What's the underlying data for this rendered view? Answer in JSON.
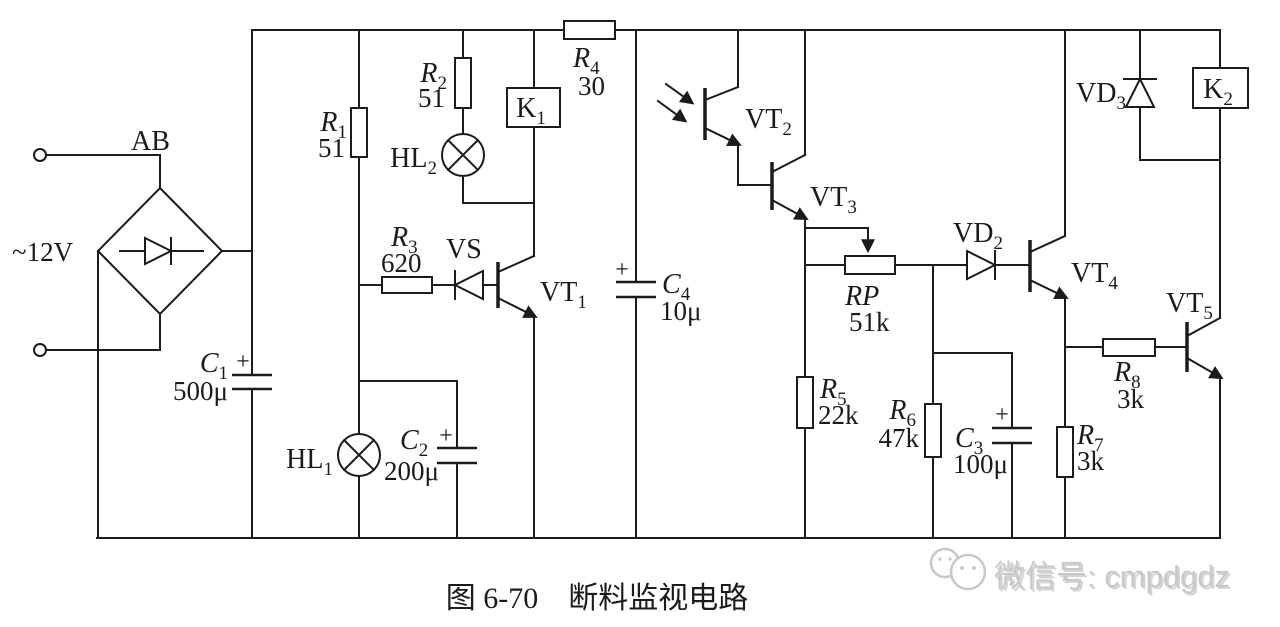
{
  "figure": {
    "caption": "图 6-70　断料监视电路",
    "watermark": "微信号: cmpdgdz"
  },
  "power": {
    "input_label": "~12V",
    "bridge_label": "AB"
  },
  "symbols": {
    "plus": "+"
  },
  "components": {
    "r1": {
      "name": "R",
      "sub": "1",
      "value": "51"
    },
    "r2": {
      "name": "R",
      "sub": "2",
      "value": "51"
    },
    "r3": {
      "name": "R",
      "sub": "3",
      "value": "620"
    },
    "r4": {
      "name": "R",
      "sub": "4",
      "value": "30"
    },
    "r5": {
      "name": "R",
      "sub": "5",
      "value": "22k"
    },
    "r6": {
      "name": "R",
      "sub": "6",
      "value": "47k"
    },
    "r7": {
      "name": "R",
      "sub": "7",
      "value": "3k"
    },
    "r8": {
      "name": "R",
      "sub": "8",
      "value": "3k"
    },
    "rp": {
      "name": "RP",
      "value": "51k"
    },
    "c1": {
      "name": "C",
      "sub": "1",
      "value": "500μ"
    },
    "c2": {
      "name": "C",
      "sub": "2",
      "value": "200μ"
    },
    "c3": {
      "name": "C",
      "sub": "3",
      "value": "100μ"
    },
    "c4": {
      "name": "C",
      "sub": "4",
      "value": "10μ"
    },
    "hl1": {
      "name": "HL",
      "sub": "1"
    },
    "hl2": {
      "name": "HL",
      "sub": "2"
    },
    "k1": {
      "name": "K",
      "sub": "1"
    },
    "k2": {
      "name": "K",
      "sub": "2"
    },
    "vs": {
      "name": "VS"
    },
    "vd2": {
      "name": "VD",
      "sub": "2"
    },
    "vd3": {
      "name": "VD",
      "sub": "3"
    },
    "vt1": {
      "name": "VT",
      "sub": "1"
    },
    "vt2": {
      "name": "VT",
      "sub": "2"
    },
    "vt3": {
      "name": "VT",
      "sub": "3"
    },
    "vt4": {
      "name": "VT",
      "sub": "4"
    },
    "vt5": {
      "name": "VT",
      "sub": "5"
    }
  },
  "colors": {
    "line": "#1b1b1b",
    "background": "#ffffff",
    "watermark": "#c9c9c9"
  }
}
